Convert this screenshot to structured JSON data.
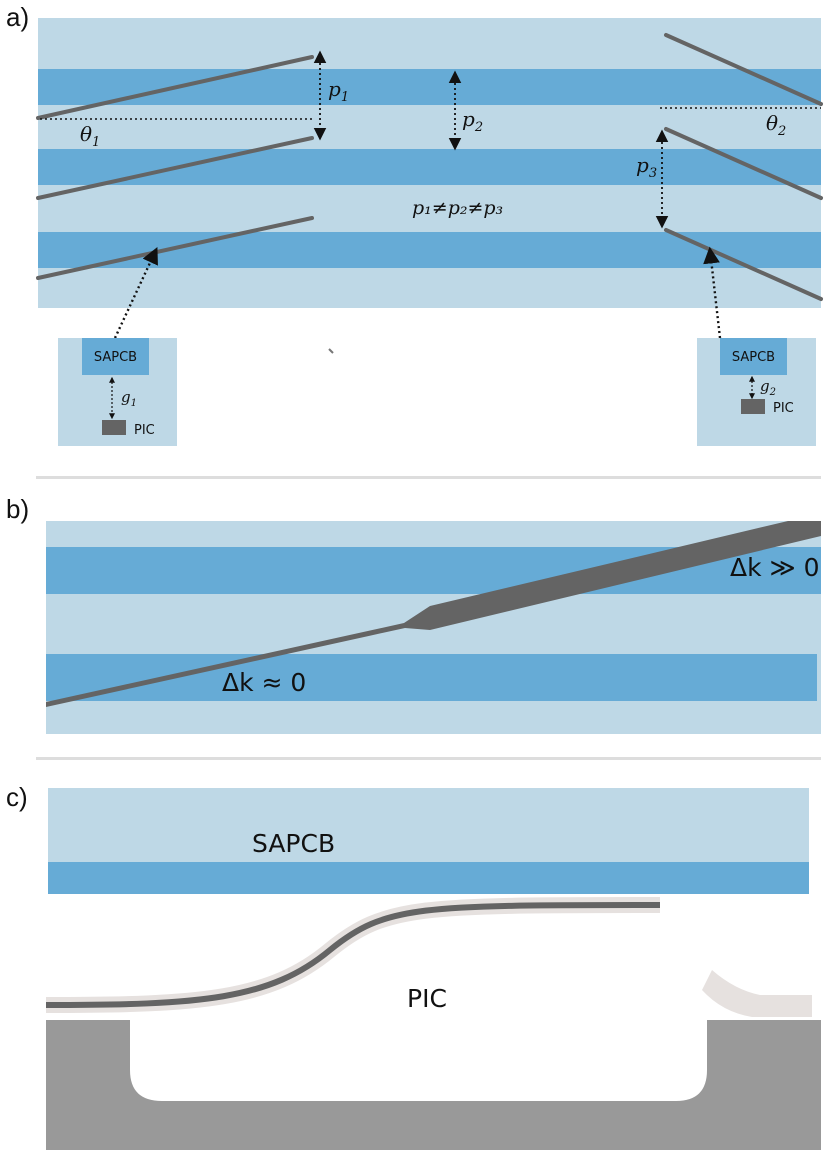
{
  "colors": {
    "cladding": "#bed8e6",
    "core": "#66abd6",
    "waveguide": "#646464",
    "coating": "#e6e1df",
    "substrate": "#999999",
    "divider": "#dddddd"
  },
  "panel_a": {
    "label": "a)",
    "p1": "p",
    "p1_sub": "1",
    "p2": "p",
    "p2_sub": "2",
    "p3": "p",
    "p3_sub": "3",
    "theta1": "θ",
    "theta1_sub": "1",
    "theta2": "θ",
    "theta2_sub": "2",
    "relation": "p₁≠p₂≠p₃",
    "left_inset": {
      "sapcb": "SAPCB",
      "gap": "g",
      "gap_sub": "1",
      "pic": "PIC"
    },
    "right_inset": {
      "sapcb": "SAPCB",
      "gap": "g",
      "gap_sub": "2",
      "pic": "PIC"
    }
  },
  "panel_b": {
    "label": "b)",
    "delta_small": "Δk ≈ 0",
    "delta_large": "Δk ≫ 0"
  },
  "panel_c": {
    "label": "c)",
    "sapcb": "SAPCB",
    "pic": "PIC"
  }
}
